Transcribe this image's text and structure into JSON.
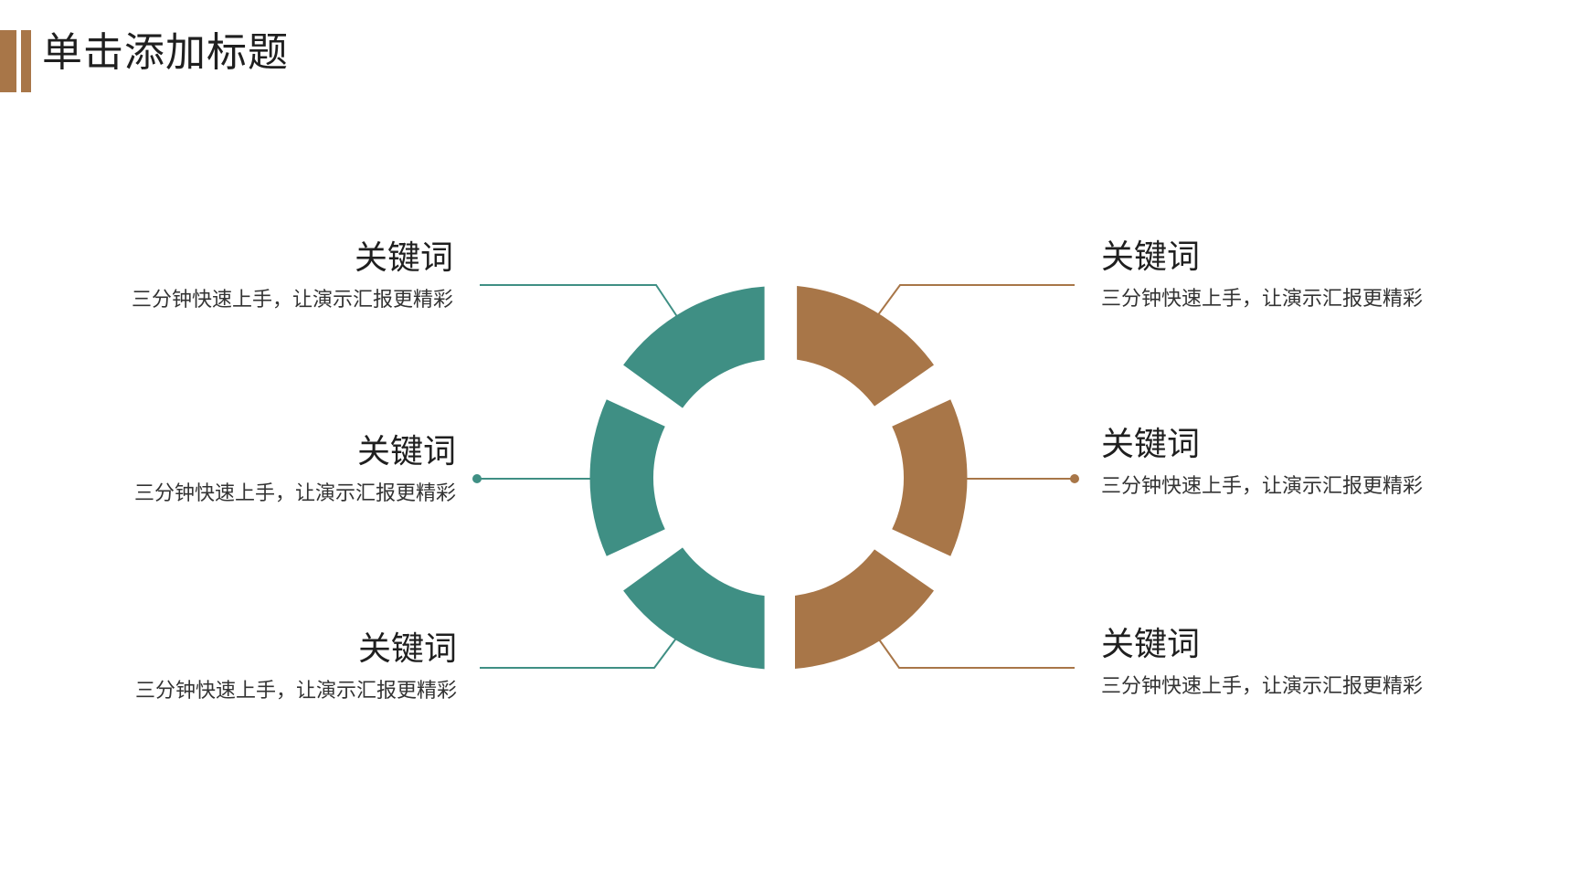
{
  "header": {
    "title": "单击添加标题"
  },
  "colors": {
    "teal": "#3f8f84",
    "brown": "#a87648",
    "accent": "#a87648"
  },
  "items": [
    {
      "side": "left",
      "title": "关键词",
      "desc": "三分钟快速上手，让演示汇报更精彩",
      "color": "teal"
    },
    {
      "side": "left",
      "title": "关键词",
      "desc": "三分钟快速上手，让演示汇报更精彩",
      "color": "teal"
    },
    {
      "side": "left",
      "title": "关键词",
      "desc": "三分钟快速上手，让演示汇报更精彩",
      "color": "teal"
    },
    {
      "side": "right",
      "title": "关键词",
      "desc": "三分钟快速上手，让演示汇报更精彩",
      "color": "brown"
    },
    {
      "side": "right",
      "title": "关键词",
      "desc": "三分钟快速上手，让演示汇报更精彩",
      "color": "brown"
    },
    {
      "side": "right",
      "title": "关键词",
      "desc": "三分钟快速上手，让演示汇报更精彩",
      "color": "brown"
    }
  ]
}
